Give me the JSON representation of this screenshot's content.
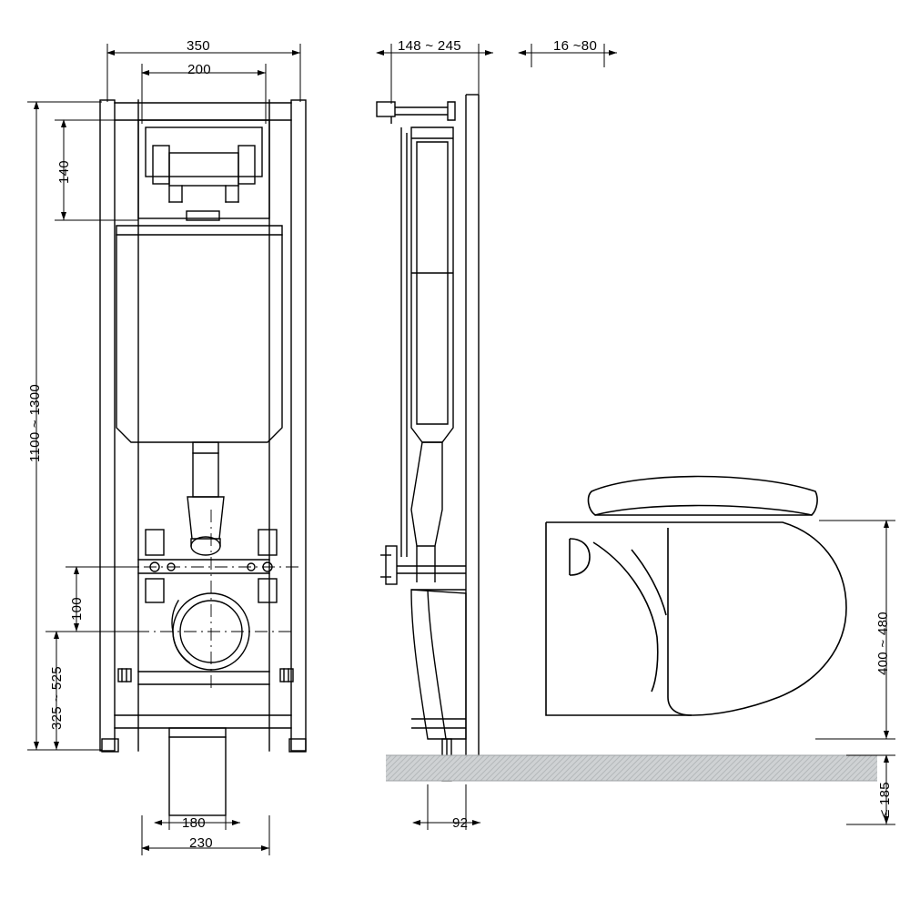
{
  "drawing": {
    "title": "Wall-hung toilet concealed cistern frame installation drawing",
    "views": [
      "front elevation",
      "side section",
      "side elevation with bowl"
    ],
    "units": "mm"
  },
  "dimensions": {
    "front_width_outer": "350",
    "front_width_inner": "200",
    "flush_plate_height": "140",
    "total_height_range": "1100 ~ 1300",
    "bolt_height": "100",
    "seat_height_range": "325 ~ 525",
    "foot_width_inner": "180",
    "foot_width_outer": "230",
    "frame_depth_range": "148 ~ 245",
    "wall_offset_range": "16 ~80",
    "base_depth": "92",
    "bowl_height_range": "400 ~ 480",
    "floor_build_up": "≤ 185"
  }
}
